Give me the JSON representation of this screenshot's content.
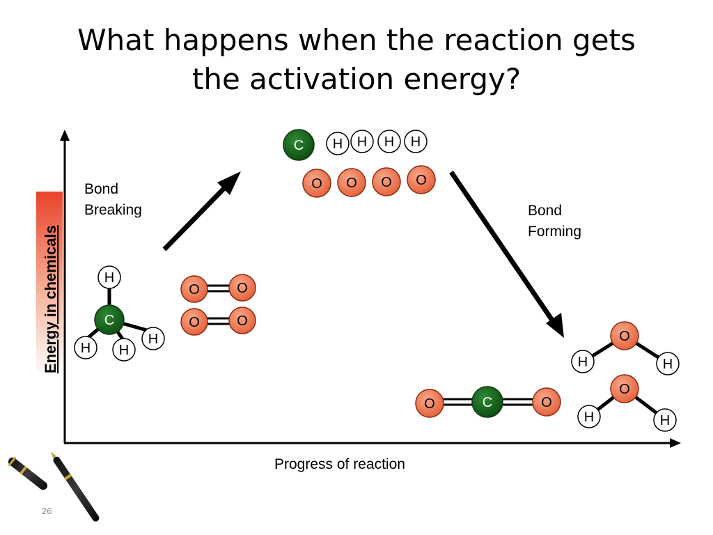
{
  "slide": {
    "title_line1": "What happens when the reaction gets",
    "title_line2": "the activation energy?",
    "page_number": "26"
  },
  "axes": {
    "y_label": "Energy in chemicals",
    "x_label": "Progress of reaction"
  },
  "stages": {
    "breaking": [
      "Bond",
      "Breaking"
    ],
    "forming": [
      "Bond",
      "Forming"
    ]
  },
  "atoms": {
    "carbon": "C",
    "hydrogen": "H",
    "oxygen": "O"
  },
  "colors": {
    "carbon": "#1a6b22",
    "carbon_dark": "#0b3a10",
    "oxygen": "#ee7a55",
    "oxygen_stroke": "#8a2a10",
    "axis_label_band": "#e8432a"
  }
}
